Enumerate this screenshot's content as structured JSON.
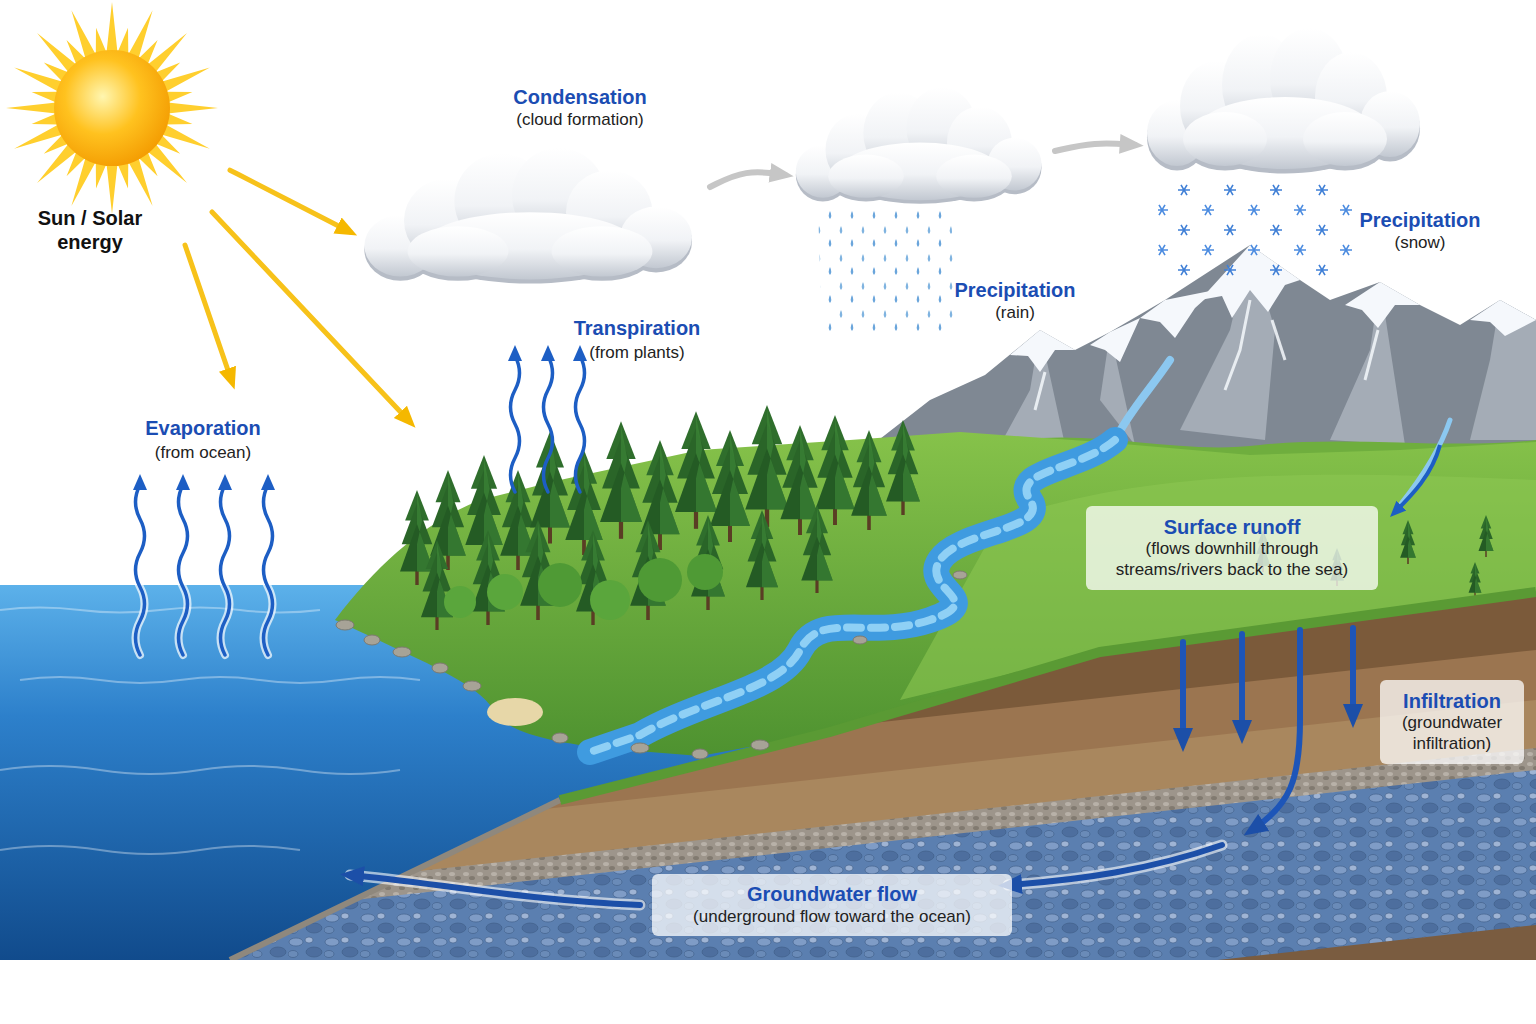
{
  "diagram": {
    "nodes": [
      {
        "text": [
          "Sun / Solar energy"
        ]
      },
      {
        "text": [
          "Condensation",
          "(cloud formation)"
        ]
      },
      {
        "text": [
          "Precipitation",
          "(rain)"
        ]
      },
      {
        "text": [
          "Precipitation",
          "(snow)"
        ]
      },
      {
        "text": [
          "Surface runoff",
          "(flows downhill through streams/rivers back to the sea)"
        ]
      },
      {
        "text": [
          "Infiltration",
          "(groundwater infiltration)"
        ]
      },
      {
        "text": [
          "Groundwater flow",
          "(underground flow toward the ocean)"
        ]
      }
    ],
    "edges": [
      {
        "from": 0,
        "to": 1,
        "arrow": "to"
      },
      {
        "from": 1,
        "to": 2,
        "arrow": "to"
      },
      {
        "from": 2,
        "to": 3,
        "arrow": "to"
      }
    ],
    "labels": [
      "Evaporation",
      "(from ocean)",
      "Transpiration",
      "(from plants)"
    ]
  }
}
